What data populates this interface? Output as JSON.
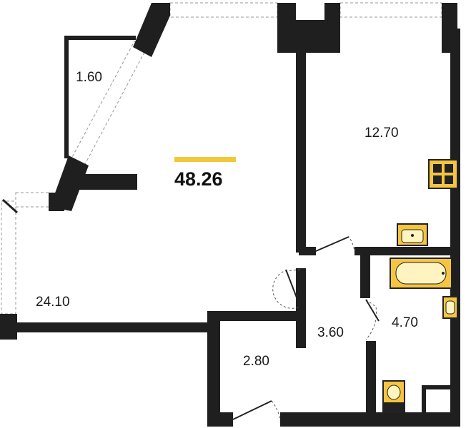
{
  "plan": {
    "total_area": "48.26",
    "accent_color": "#f0c83a",
    "wall_color": "#1f1f1f",
    "fixture_color": "#f5c542",
    "rooms": [
      {
        "id": "balcony",
        "area": "1.60"
      },
      {
        "id": "living-room",
        "area": "24.10"
      },
      {
        "id": "kitchen",
        "area": "12.70"
      },
      {
        "id": "corridor",
        "area": "3.60"
      },
      {
        "id": "bathroom",
        "area": "4.70"
      },
      {
        "id": "hallway",
        "area": "2.80"
      }
    ]
  }
}
